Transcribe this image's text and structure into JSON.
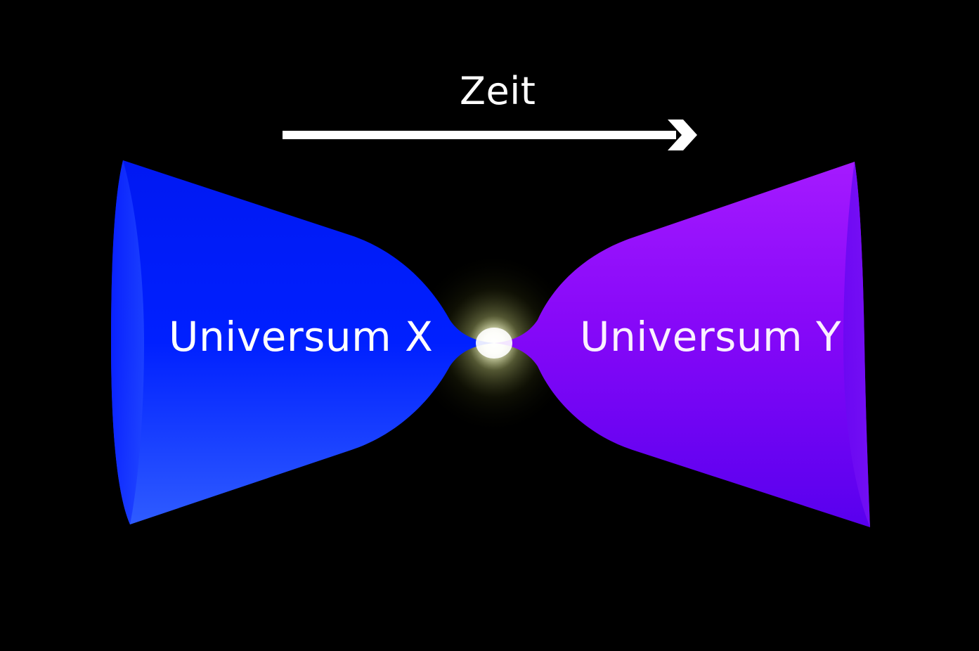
{
  "diagram": {
    "background_color": "#000000",
    "time_axis": {
      "label": "Zeit",
      "arrow_direction": "right",
      "arrow_color": "#ffffff"
    },
    "universes": [
      {
        "id": "x",
        "label": "Universum X",
        "color_top": "#0016f0",
        "color_mid": "#0022ff",
        "color_bottom": "#2a55ff"
      },
      {
        "id": "y",
        "label": "Universum Y",
        "color_top": "#a218ff",
        "color_mid": "#7a05f5",
        "color_bottom": "#5a00ee"
      }
    ],
    "junction": {
      "glow_color": "#ffffff",
      "halo_color": "#e8f0a0"
    }
  }
}
